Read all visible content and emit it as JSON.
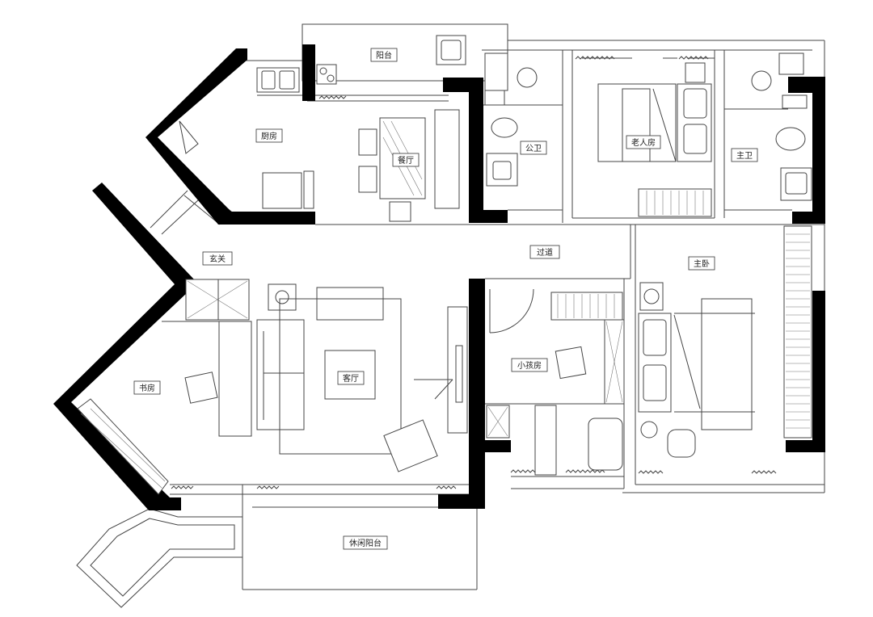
{
  "plan": {
    "rooms": {
      "balcony_top": "阳台",
      "kitchen": "厨房",
      "dining": "餐厅",
      "public_wc": "公卫",
      "elder_room": "老人房",
      "master_wc": "主卫",
      "entry": "玄关",
      "corridor": "过道",
      "master_bedroom": "主卧",
      "study": "书房",
      "living": "客厅",
      "kids_room": "小孩房",
      "leisure_balcony": "休闲阳台"
    }
  }
}
